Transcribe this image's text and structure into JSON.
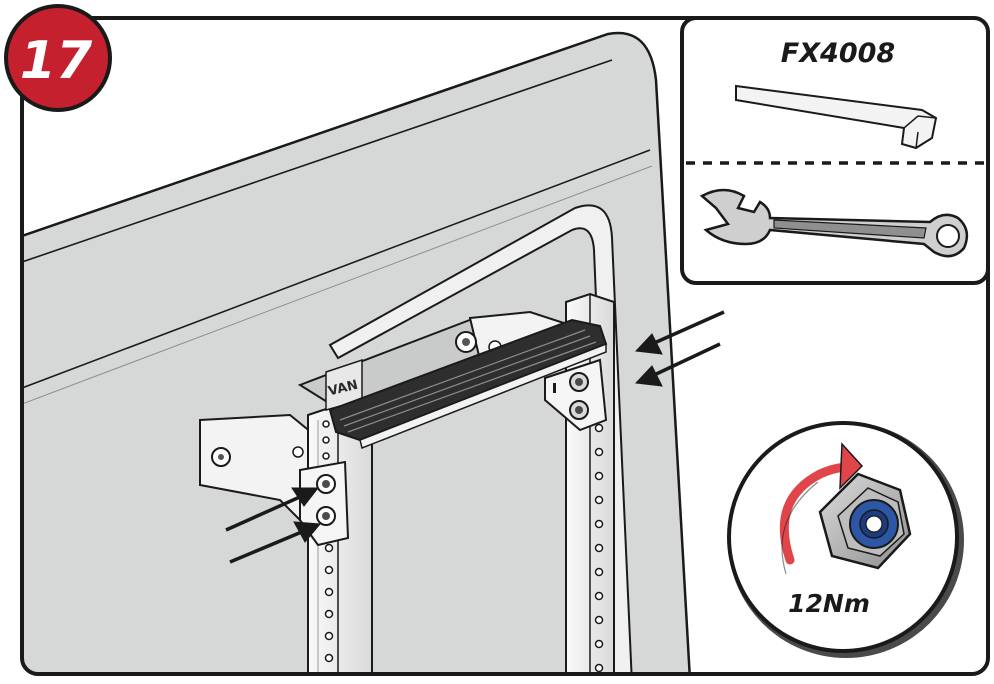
{
  "step": {
    "number": "17"
  },
  "tools": {
    "part_code": "FX4008",
    "items": [
      "hex-key",
      "combination-wrench"
    ]
  },
  "torque": {
    "value": "12Nm"
  },
  "brand_mark": "VAN",
  "colors": {
    "step_badge": "#c5202e",
    "rotation_arrow": "#e0454a",
    "van_panel": "#d6d7d7",
    "rail": "#eeeeee",
    "nut": "#b9b9b9",
    "nylon_insert": "#2c56a6",
    "outline": "#1a1a1a"
  }
}
